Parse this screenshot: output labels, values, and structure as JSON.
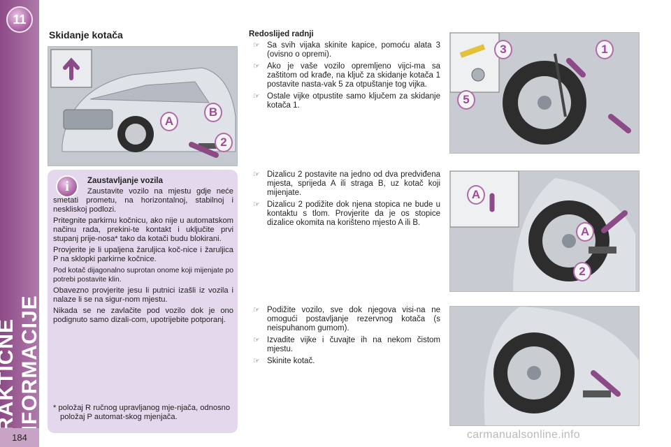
{
  "chapter": {
    "number": "11",
    "title": "PRAKTIČNE INFORMACIJE",
    "page_number": "184"
  },
  "section_title": "Skidanje kotača",
  "info_box": {
    "title": "Zaustavljanje vozila",
    "paragraphs": [
      "Zaustavite vozilo na mjestu gdje neće smetati prometu, na horizontalnoj, stabilnoj i neskliskoj podlozi.",
      "Pritegnite parkirnu kočnicu, ako nije u automatskom načinu rada, prekini-te kontakt i uključite prvi stupanj prije-nosa* tako da kotači budu blokirani.",
      "Provjerite je li upaljena žaruljica koč-nice i žaruljica P na sklopki parkirne kočnice.",
      "Pod kotač dijagonalno suprotan onome koji mijenjate po potrebi postavite klin.",
      "Obavezno provjerite jesu li putnici izašli iz vozila i nalaze li se na sigur-nom mjestu.",
      "Nikada se ne zavlačite pod vozilo dok je ono podignuto samo dizali-com, upotrijebite potporanj."
    ],
    "footnote": "* položaj R ručnog upravljanog mje-njača, odnosno položaj P automat-skog mjenjača."
  },
  "procedure": {
    "heading": "Redoslijed radnji",
    "steps_1": [
      "Sa svih vijaka skinite kapice, pomoću alata 3 (ovisno o opremi).",
      "Ako je vaše vozilo opremljeno vijci-ma sa zaštitom od krađe, na ključ za skidanje kotača 1 postavite nasta-vak 5 za otpuštanje tog vijka.",
      "Ostale vijke otpustite samo ključem za skidanje kotača 1."
    ],
    "steps_2": [
      "Dizalicu 2 postavite na jedno od dva predviđena mjesta, sprijeda A ili straga B, uz kotač koji mijenjate.",
      "Dizalicu 2 podižite dok njena stopica ne bude u kontaktu s tlom. Provjerite da je os stopice dizalice okomita na korišteno mjesto A ili B."
    ],
    "steps_3": [
      "Podižite vozilo, sve dok njegova visi-na ne omogući postavljanje rezervnog kotača (s neispuhanom gumom).",
      "Izvadite vijke i čuvajte ih na nekom čistom mjestu.",
      "Skinite kotač."
    ]
  },
  "figure_labels": {
    "fig1": [
      "A",
      "B",
      "2"
    ],
    "fig2": [
      "3",
      "1",
      "5"
    ],
    "fig3": [
      "A",
      "A",
      "2"
    ]
  },
  "watermark": "carmanualsonline.info",
  "colors": {
    "accent": "#a04a98",
    "sidebar": "#8c4a86",
    "info_bg": "#e4d8ec"
  }
}
